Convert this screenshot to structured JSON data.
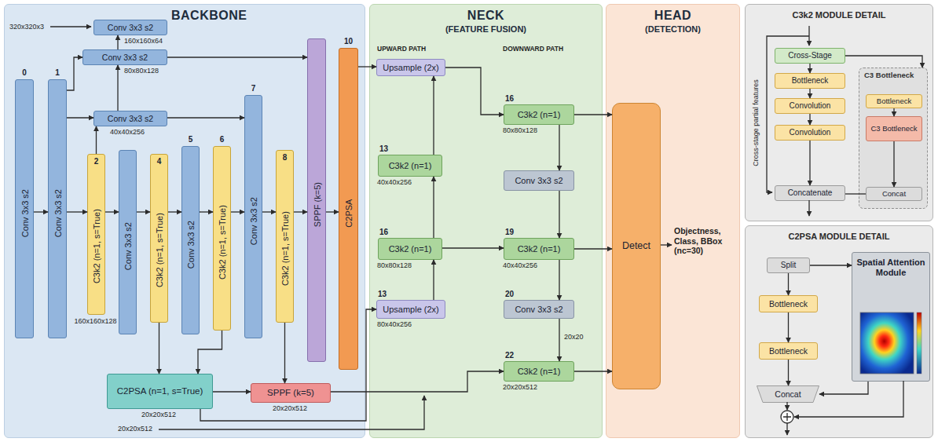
{
  "diagram": {
    "nodes": [
      {
        "text": [
          "BACKBONE"
        ]
      },
      {
        "text": [
          "Conv 3x3 s2"
        ],
        "in": 0
      },
      {
        "text": [
          "Conv 3x3 s2"
        ],
        "in": 0
      },
      {
        "text": [
          "Conv 3x3 s2"
        ],
        "in": 0
      },
      {
        "text": [
          "0",
          "Conv 3x3 s2"
        ],
        "in": 0
      },
      {
        "text": [
          "1",
          "Conv 3x3 s2"
        ],
        "in": 0
      },
      {
        "text": [
          "2",
          "C3k2 (n=1, s=True)"
        ],
        "in": 0
      },
      {
        "text": [
          "Conv 3x3 s2"
        ],
        "in": 0
      },
      {
        "text": [
          "4",
          "C3k2 (n=1, s=True)"
        ],
        "in": 0
      },
      {
        "text": [
          "5",
          "Conv 3x3 s2"
        ],
        "in": 0
      },
      {
        "text": [
          "6",
          "C3k2 (n=1, s=True)"
        ],
        "in": 0
      },
      {
        "text": [
          "7",
          "Conv 3x3 s2"
        ],
        "in": 0
      },
      {
        "text": [
          "8",
          "C3k2 (n=1, s=True)"
        ],
        "in": 0
      },
      {
        "text": [
          "SPPF (k=5)"
        ],
        "in": 0
      },
      {
        "text": [
          "10",
          "C2PSA"
        ],
        "in": 0
      },
      {
        "text": [
          "C2PSA (n=1, s=True)"
        ],
        "in": 0
      },
      {
        "text": [
          "SPPF (k=5)"
        ],
        "in": 0
      },
      {
        "text": [
          "NECK",
          "(FEATURE FUSION)"
        ]
      },
      {
        "text": [
          "Upsample (2x)"
        ],
        "in": 17
      },
      {
        "text": [
          "13",
          "C3k2 (n=1)"
        ],
        "in": 17
      },
      {
        "text": [
          "16",
          "C3k2 (n=1)"
        ],
        "in": 17
      },
      {
        "text": [
          "13",
          "Upsample (2x)"
        ],
        "in": 17
      },
      {
        "text": [
          "16",
          "C3k2 (n=1)"
        ],
        "in": 17
      },
      {
        "text": [
          "Conv 3x3 s2"
        ],
        "in": 17
      },
      {
        "text": [
          "19",
          "C3k2 (n=1)"
        ],
        "in": 17
      },
      {
        "text": [
          "20",
          "Conv 3x3 s2"
        ],
        "in": 17
      },
      {
        "text": [
          "22",
          "C3k2 (n=1)"
        ],
        "in": 17
      },
      {
        "text": [
          "HEAD",
          "(DETECTION)"
        ]
      },
      {
        "text": [
          "Detect"
        ],
        "in": 27
      },
      {
        "text": [
          "C3k2 MODULE DETAIL"
        ]
      },
      {
        "text": [
          "Cross-Stage"
        ],
        "in": 29
      },
      {
        "text": [
          "Bottleneck"
        ],
        "in": 29
      },
      {
        "text": [
          "Convolution"
        ],
        "in": 29
      },
      {
        "text": [
          "Convolution"
        ],
        "in": 29
      },
      {
        "text": [
          "Concatenate"
        ],
        "in": 29
      },
      {
        "text": [
          "C3 Bottleneck"
        ],
        "in": 29
      },
      {
        "text": [
          "Bottleneck"
        ],
        "in": 35
      },
      {
        "text": [
          "C3 Bottleneck"
        ],
        "in": 35
      },
      {
        "text": [
          "Concat"
        ],
        "in": 35
      },
      {
        "text": [
          "C2PSA MODULE DETAIL"
        ]
      },
      {
        "text": [
          "Split"
        ],
        "in": 39
      },
      {
        "text": [
          "Bottleneck"
        ],
        "in": 39
      },
      {
        "text": [
          "Bottleneck"
        ],
        "in": 39
      },
      {
        "text": [
          "Concat"
        ],
        "in": 39
      },
      {
        "text": [
          "Spatial Attention Module"
        ],
        "in": 39
      }
    ],
    "edges": [
      {
        "from": 4,
        "to": 5,
        "arrow": "to"
      },
      {
        "from": 5,
        "to": 6,
        "arrow": "to"
      },
      {
        "from": 6,
        "to": 7,
        "arrow": "to"
      },
      {
        "from": 7,
        "to": 8,
        "arrow": "to"
      },
      {
        "from": 8,
        "to": 9,
        "arrow": "to"
      },
      {
        "from": 9,
        "to": 10,
        "arrow": "to"
      },
      {
        "from": 10,
        "to": 11,
        "arrow": "to"
      },
      {
        "from": 11,
        "to": 12,
        "arrow": "to"
      },
      {
        "from": 12,
        "to": 13,
        "arrow": "to"
      },
      {
        "from": 13,
        "to": 14,
        "arrow": "to"
      },
      {
        "from": 2,
        "to": 1,
        "arrow": "to"
      },
      {
        "from": 3,
        "to": 2,
        "arrow": "to"
      },
      {
        "from": 6,
        "to": 3,
        "arrow": "to"
      },
      {
        "from": 5,
        "to": 2,
        "arrow": "to"
      },
      {
        "from": 5,
        "to": 3,
        "arrow": "to"
      },
      {
        "from": 3,
        "to": 11,
        "arrow": "to"
      },
      {
        "from": 2,
        "to": 13,
        "arrow": "to"
      },
      {
        "from": 8,
        "to": 15,
        "arrow": "to"
      },
      {
        "from": 10,
        "to": 15,
        "arrow": "to"
      },
      {
        "from": 12,
        "to": 16,
        "arrow": "to"
      },
      {
        "from": 15,
        "to": 16,
        "arrow": "to"
      },
      {
        "from": 16,
        "to": 26,
        "arrow": "to"
      },
      {
        "from": 15,
        "to": 21,
        "arrow": "to"
      },
      {
        "from": 14,
        "to": 18,
        "arrow": "to"
      },
      {
        "from": 19,
        "to": 18,
        "arrow": "to"
      },
      {
        "from": 20,
        "to": 19,
        "arrow": "to"
      },
      {
        "from": 21,
        "to": 20,
        "arrow": "to"
      },
      {
        "from": 18,
        "to": 22,
        "arrow": "to"
      },
      {
        "from": 20,
        "to": 24,
        "arrow": "to"
      },
      {
        "from": 22,
        "to": 23,
        "arrow": "to"
      },
      {
        "from": 23,
        "to": 24,
        "arrow": "to"
      },
      {
        "from": 24,
        "to": 25,
        "arrow": "to"
      },
      {
        "from": 25,
        "to": 26,
        "arrow": "to"
      },
      {
        "from": 22,
        "to": 28,
        "arrow": "to"
      },
      {
        "from": 24,
        "to": 28,
        "arrow": "to"
      },
      {
        "from": 26,
        "to": 28,
        "arrow": "to"
      },
      {
        "from": 30,
        "to": 31,
        "arrow": "to"
      },
      {
        "from": 31,
        "to": 32,
        "arrow": "to"
      },
      {
        "from": 32,
        "to": 33,
        "arrow": "to"
      },
      {
        "from": 33,
        "to": 34,
        "arrow": "to"
      },
      {
        "from": 30,
        "to": 35,
        "arrow": "to"
      },
      {
        "from": 36,
        "to": 37,
        "arrow": "to"
      },
      {
        "from": 37,
        "to": 38,
        "arrow": "to"
      },
      {
        "from": 38,
        "to": 34,
        "arrow": "none"
      },
      {
        "from": 40,
        "to": 41,
        "arrow": "to"
      },
      {
        "from": 41,
        "to": 42,
        "arrow": "to"
      },
      {
        "from": 42,
        "to": 43,
        "arrow": "to"
      },
      {
        "from": 40,
        "to": 44,
        "arrow": "to"
      },
      {
        "from": 44,
        "to": 43,
        "arrow": "to"
      }
    ],
    "labels": [
      "320x320x3",
      "160x160x64",
      "80x80x128",
      "40x40x256",
      "160x160x128",
      "20x20x512",
      "20x20x512",
      "20x20x512",
      "UPWARD PATH",
      "DOWNWARD PATH",
      "40x40x256",
      "80x80x128",
      "80x40x256",
      "80x80x128",
      "40x40x256",
      "20x20",
      "20x20x512",
      "Objectness, Class, BBox (nc=30)",
      "Cross-stage partial features"
    ]
  }
}
